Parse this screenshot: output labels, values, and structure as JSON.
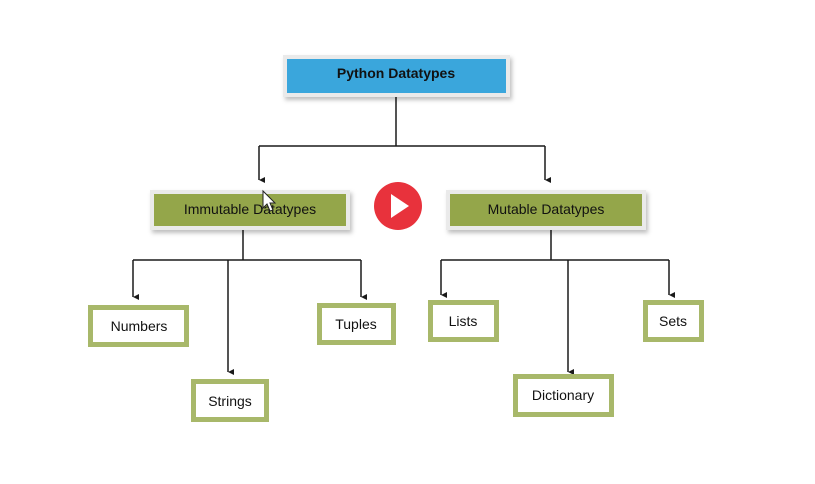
{
  "diagram": {
    "root": {
      "label": "Python Datatypes"
    },
    "immutable": {
      "label": "Immutable Datatypes",
      "children": [
        "Numbers",
        "Strings",
        "Tuples"
      ]
    },
    "mutable": {
      "label": "Mutable Datatypes",
      "children": [
        "Lists",
        "Dictionary",
        "Sets"
      ]
    }
  },
  "colors": {
    "root_fill": "#3aa6dc",
    "category_fill": "#94a64a",
    "leaf_border": "#a8b86a",
    "line": "#1a1a1a",
    "play_button": "#e8323c"
  },
  "overlay": {
    "play_icon": "play-icon",
    "cursor_icon": "mouse-cursor-icon"
  }
}
